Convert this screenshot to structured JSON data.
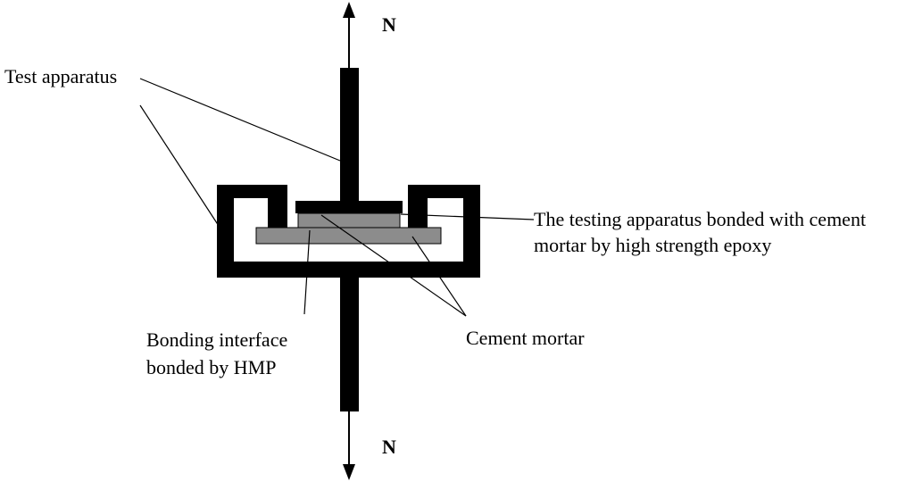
{
  "labels": {
    "force_top": "N",
    "force_bottom": "N",
    "test_apparatus": "Test apparatus",
    "bonded_apparatus_line1": "The testing apparatus bonded with cement",
    "bonded_apparatus_line2": "mortar by high strength epoxy",
    "bonding_interface_line1": "Bonding interface",
    "bonding_interface_line2": "bonded by HMP",
    "cement_mortar": "Cement mortar"
  },
  "colors": {
    "apparatus": "#000000",
    "mortar": "#8c8c8c",
    "background": "#ffffff"
  }
}
